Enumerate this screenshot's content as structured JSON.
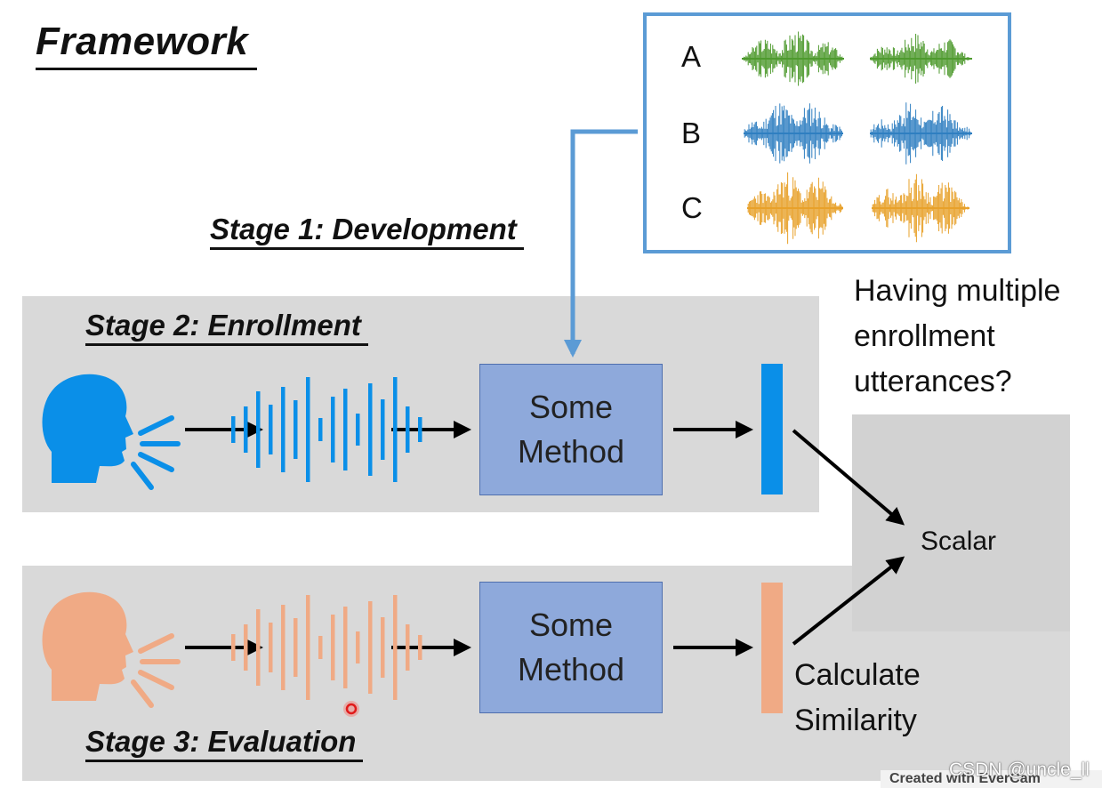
{
  "title": "Framework",
  "stages": {
    "development": "Stage 1: Development",
    "enrollment": "Stage 2: Enrollment",
    "evaluation": "Stage 3: Evaluation"
  },
  "speakers": {
    "labels": [
      "A",
      "B",
      "C"
    ],
    "colors": [
      "#4e9a2e",
      "#2f7fc1",
      "#e8a12a"
    ]
  },
  "method_top": [
    "Some",
    "Method"
  ],
  "method_bottom": [
    "Some",
    "Method"
  ],
  "question": [
    "Having multiple",
    "enrollment",
    "utterances?"
  ],
  "scalar": "Scalar",
  "similarity": [
    "Calculate",
    "Similarity"
  ],
  "colors": {
    "enroll": "#0a8fe8",
    "eval": "#f0aa85",
    "dev_box": "#5b9bd5"
  },
  "watermark": "CSDN @uncle_ll",
  "watermark2": "Created with EverCam"
}
